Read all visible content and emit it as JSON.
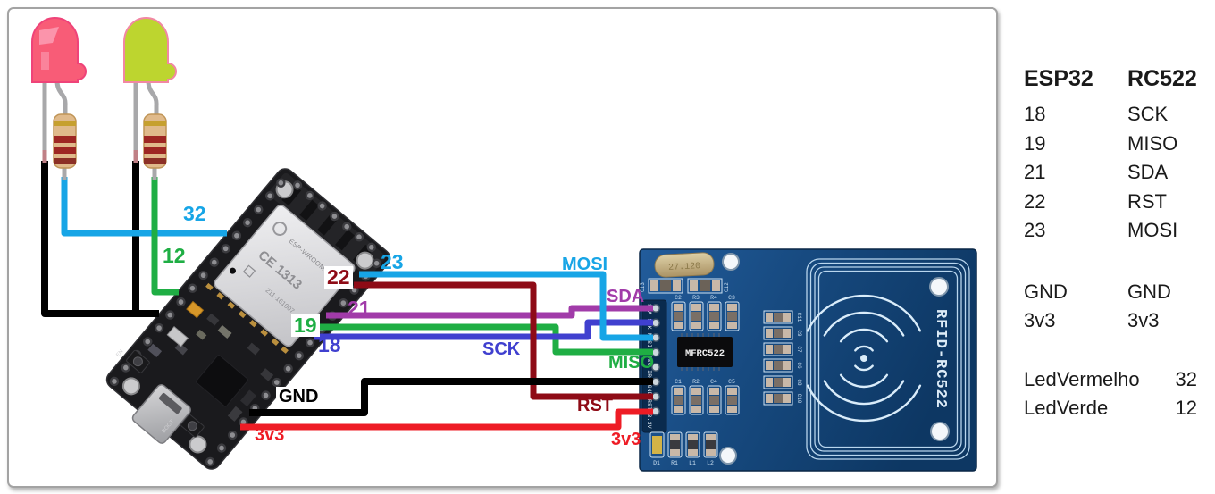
{
  "pin_table": {
    "header": {
      "esp32": "ESP32",
      "rc522": "RC522"
    },
    "rows": [
      {
        "esp32": "18",
        "rc522": "SCK"
      },
      {
        "esp32": "19",
        "rc522": "MISO"
      },
      {
        "esp32": "21",
        "rc522": "SDA"
      },
      {
        "esp32": "22",
        "rc522": "RST"
      },
      {
        "esp32": "23",
        "rc522": "MOSI"
      },
      {
        "esp32": "GND",
        "rc522": "GND"
      },
      {
        "esp32": "3v3",
        "rc522": "3v3"
      },
      {
        "esp32": "LedVermelho",
        "rc522": "32"
      },
      {
        "esp32": "LedVerde",
        "rc522": "12"
      }
    ]
  },
  "wire_labels": {
    "led_red_pin": "32",
    "led_green_pin": "12",
    "pin23": "23",
    "pin22": "22",
    "pin21": "21",
    "pin19": "19",
    "pin18": "18",
    "gnd": "GND",
    "v33_left": "3v3",
    "mosi": "MOSI",
    "sda": "SDA",
    "sck": "SCK",
    "miso": "MISO",
    "rst": "RST",
    "v33_right": "3v3"
  },
  "esp32_board": {
    "module_name": "ESP-WROOM-32",
    "ce_mark": "CE 1313",
    "reg_number": "211-161007",
    "en_button": "EN",
    "boot_button": "BOOT"
  },
  "rc522_board": {
    "chip_label": "MFRC522",
    "board_label": "RFID-RC522",
    "crystal_label": "27.120",
    "header_pin_labels": "SDA SCK MOSI MISO IRQ GND RST 3.3V",
    "cap_labels": [
      "C13",
      "C12"
    ],
    "row1_labels": [
      "C2",
      "R3",
      "R4",
      "C3"
    ],
    "row2_labels": [
      "C1",
      "R2",
      "C4",
      "C5"
    ],
    "right_column_labels": [
      "C11",
      "C9",
      "C7",
      "C6",
      "C8",
      "C10"
    ],
    "bottom_row_labels": [
      "D1",
      "R1",
      "L1",
      "L2"
    ]
  },
  "colors": {
    "wire_cyan": "#17a5e6",
    "wire_green": "#1fae44",
    "wire_purple": "#a13ba9",
    "wire_indigo": "#4040cf",
    "wire_dark_red": "#8e0b16",
    "wire_red": "#ee1c25",
    "wire_black": "#000000",
    "rc522_pcb_blue": "#174a80",
    "led_red_body": "#f85c77",
    "led_green_body": "#bdd52f"
  }
}
